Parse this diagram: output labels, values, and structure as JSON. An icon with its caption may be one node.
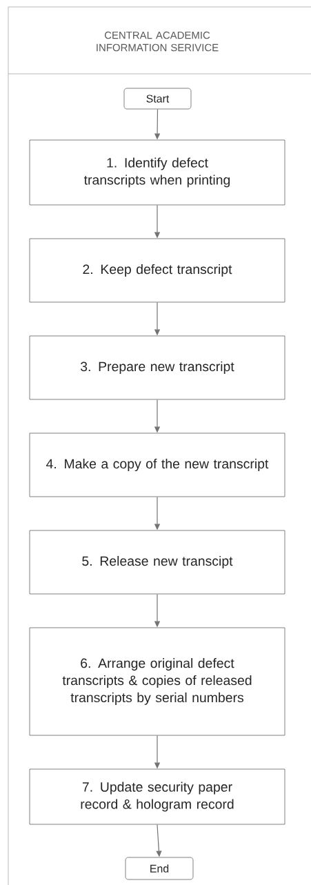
{
  "diagram": {
    "title": "CENTRAL ACADEMIC INFORMATION SERIVICE",
    "nodes": [
      {
        "text": [
          "Start"
        ]
      },
      {
        "text": [
          "1. Identify defect transcripts when printing"
        ]
      },
      {
        "text": [
          "2. Keep defect transcript"
        ]
      },
      {
        "text": [
          "3. Prepare new transcript"
        ]
      },
      {
        "text": [
          "4. Make a copy of the new transcript"
        ]
      },
      {
        "text": [
          "5. Release new transcipt"
        ]
      },
      {
        "text": [
          "6. Arrange original defect transcripts & copies of released transcripts by serial numbers"
        ]
      },
      {
        "text": [
          "7. Update security paper record & hologram record"
        ]
      },
      {
        "text": [
          "End"
        ]
      }
    ],
    "edges": [
      {
        "from": 0,
        "to": 1,
        "arrow": "to"
      },
      {
        "from": 1,
        "to": 2,
        "arrow": "to"
      },
      {
        "from": 2,
        "to": 3,
        "arrow": "to"
      },
      {
        "from": 3,
        "to": 4,
        "arrow": "to"
      },
      {
        "from": 4,
        "to": 5,
        "arrow": "to"
      },
      {
        "from": 5,
        "to": 6,
        "arrow": "to"
      },
      {
        "from": 6,
        "to": 7,
        "arrow": "to"
      },
      {
        "from": 7,
        "to": 8,
        "arrow": "to"
      }
    ]
  }
}
